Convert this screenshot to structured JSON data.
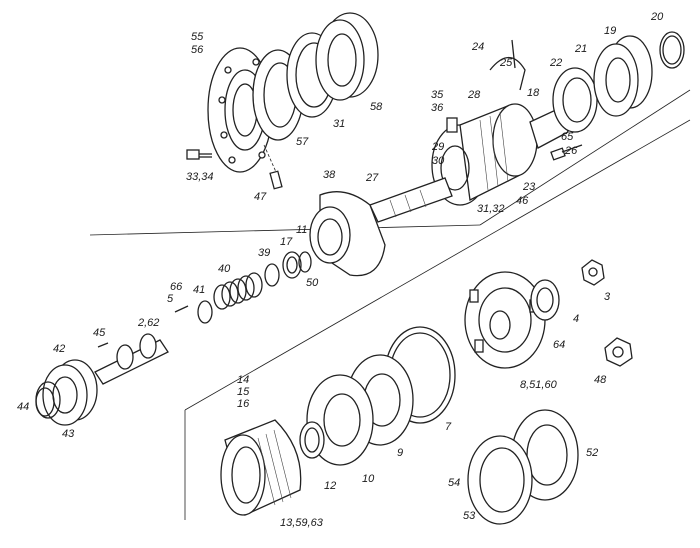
{
  "labels": [
    {
      "text": "55"
    },
    {
      "text": "56"
    },
    {
      "text": "57"
    },
    {
      "text": "31"
    },
    {
      "text": "58"
    },
    {
      "text": "33,34"
    },
    {
      "text": "47"
    },
    {
      "text": "24"
    },
    {
      "text": "25"
    },
    {
      "text": "28"
    },
    {
      "text": "18"
    },
    {
      "text": "22"
    },
    {
      "text": "21"
    },
    {
      "text": "19"
    },
    {
      "text": "20"
    },
    {
      "text": "35"
    },
    {
      "text": "36"
    },
    {
      "text": "29"
    },
    {
      "text": "30"
    },
    {
      "text": "65"
    },
    {
      "text": "26"
    },
    {
      "text": "23"
    },
    {
      "text": "46"
    },
    {
      "text": "31,32"
    },
    {
      "text": "38"
    },
    {
      "text": "27"
    },
    {
      "text": "11"
    },
    {
      "text": "17"
    },
    {
      "text": "39"
    },
    {
      "text": "50"
    },
    {
      "text": "40"
    },
    {
      "text": "66"
    },
    {
      "text": "41"
    },
    {
      "text": "5"
    },
    {
      "text": "45"
    },
    {
      "text": "2,62"
    },
    {
      "text": "42"
    },
    {
      "text": "44"
    },
    {
      "text": "43"
    },
    {
      "text": "3"
    },
    {
      "text": "4"
    },
    {
      "text": "64"
    },
    {
      "text": "8,51,60"
    },
    {
      "text": "48"
    },
    {
      "text": "14"
    },
    {
      "text": "15"
    },
    {
      "text": "16"
    },
    {
      "text": "7"
    },
    {
      "text": "9"
    },
    {
      "text": "10"
    },
    {
      "text": "12"
    },
    {
      "text": "52"
    },
    {
      "text": "54"
    },
    {
      "text": "53"
    },
    {
      "text": "13,59,63"
    }
  ]
}
